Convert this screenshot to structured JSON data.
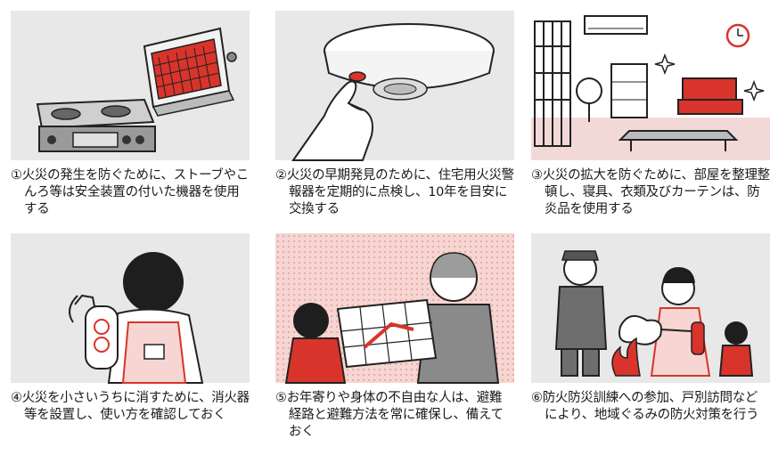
{
  "cards": [
    {
      "caption": "①火災の発生を防ぐために、ストーブやこんろ等は安全装置の付いた機器を使用する"
    },
    {
      "caption": "②火災の早期発見のために、住宅用火災警報器を定期的に点検し、10年を目安に交換する"
    },
    {
      "caption": "③火災の拡大を防ぐために、部屋を整理整頓し、寝具、衣類及びカーテンは、防炎品を使用する"
    },
    {
      "caption": "④火災を小さいうちに消すために、消火器等を設置し、使い方を確認しておく"
    },
    {
      "caption": "⑤お年寄りや身体の不自由な人は、避難経路と避難方法を常に確保し、備えておく"
    },
    {
      "caption": "⑥防火防災訓練への参加、戸別訪問などにより、地域ぐるみの防火対策を行う"
    }
  ],
  "colors": {
    "panel_bg": "#e8e8e8",
    "accent_red": "#d9342b",
    "line": "#222222",
    "pink_dot_bg": "#f6d5d2"
  }
}
